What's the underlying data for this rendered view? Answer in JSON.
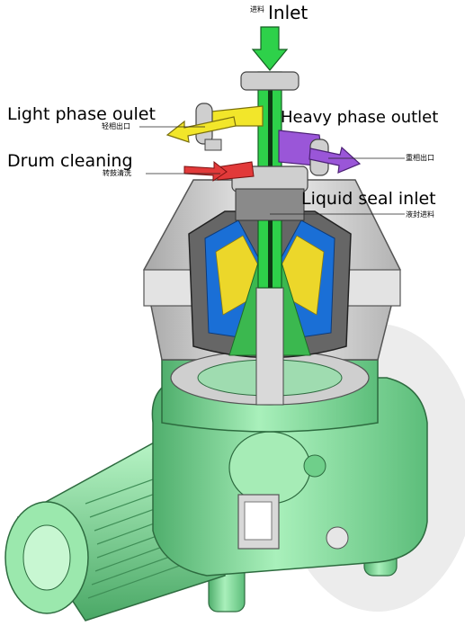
{
  "labels": {
    "inlet": "Inlet",
    "inlet_cn": "进料",
    "light_phase_outlet": "Light phase oulet",
    "light_phase_outlet_cn": "轻相出口",
    "heavy_phase_outlet": "Heavy phase outlet",
    "heavy_phase_outlet_cn": "重相出口",
    "drum_cleaning": "Drum cleaning",
    "drum_cleaning_cn": "转鼓清洗",
    "liquid_seal_inlet": "Liquid seal inlet",
    "liquid_seal_inlet_cn": "液封进料"
  },
  "colors": {
    "machine_green": "#8ee0a4",
    "machine_green_dark": "#4fae6c",
    "hood_grey": "#d6d6d6",
    "inlet_green": "#2ed14a",
    "light_phase_yellow": "#f2e62a",
    "heavy_phase_purple": "#9a56d8",
    "drum_cleaning_red": "#e23a3a",
    "disc_blue": "#1a6fd6",
    "disc_yellow": "#ecd72a"
  },
  "icons": [
    "arrow-down",
    "arrow-left",
    "arrow-right"
  ]
}
